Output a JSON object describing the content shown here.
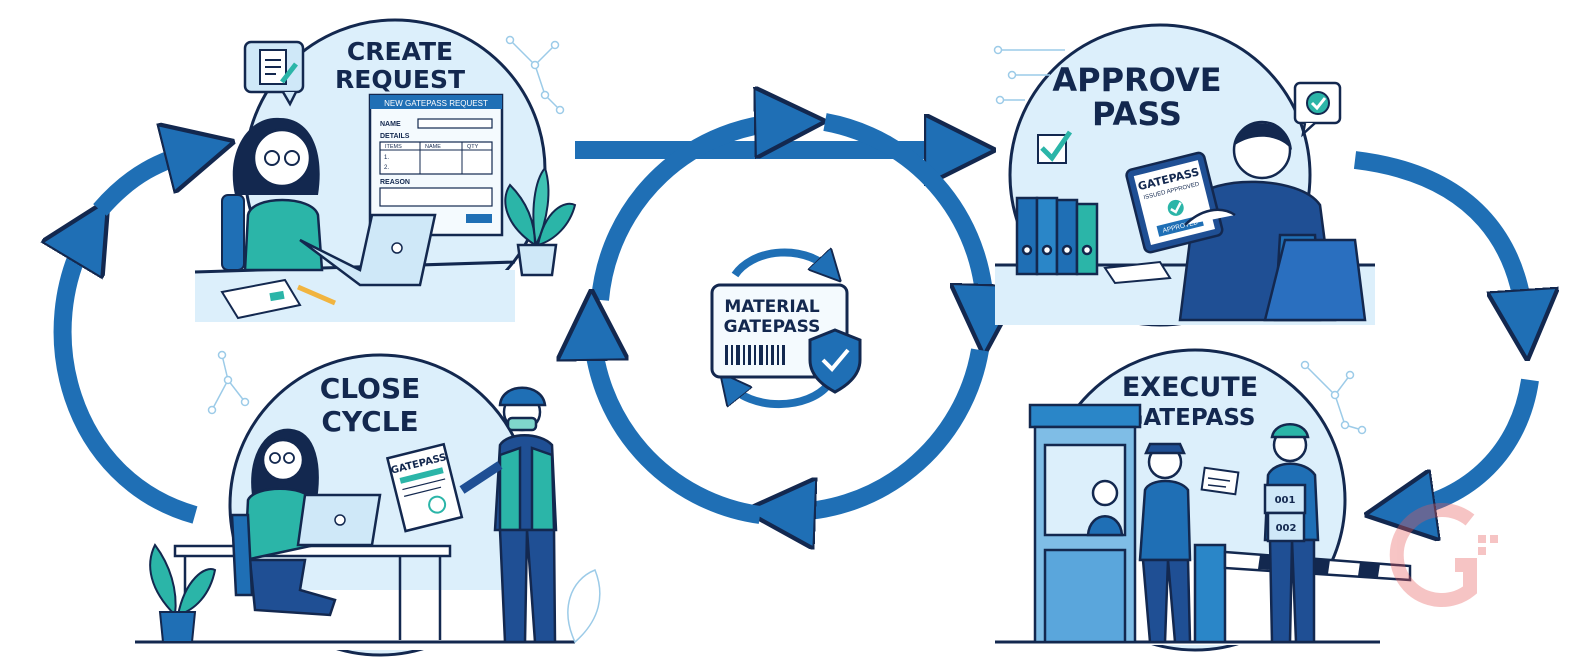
{
  "steps": {
    "create": {
      "line1": "CREATE",
      "line2": "REQUEST"
    },
    "approve": {
      "line1": "APPROVE",
      "line2": "PASS"
    },
    "execute": {
      "line1": "EXECUTE",
      "line2": "GATEPASS"
    },
    "close": {
      "line1": "CLOSE",
      "line2": "CYCLE"
    }
  },
  "form": {
    "header": "NEW GATEPASS REQUEST",
    "name_label": "NAME",
    "details_label": "DETAILS",
    "col_items": "ITEMS",
    "col_name": "NAME",
    "col_qty": "QTY",
    "row1": "1.",
    "row2": "2.",
    "reason_label": "REASON"
  },
  "center": {
    "line1": "MATERIAL",
    "line2": "GATEPASS"
  },
  "tablet": {
    "title": "GATEPASS",
    "sub": "ISSUED APPROVED",
    "stamp": "APPROVED"
  },
  "boxes": {
    "box1": "001",
    "box2": "002"
  },
  "close_doc": {
    "title": "GATEPASS"
  },
  "colors": {
    "arrow": "#1f6fb5",
    "outline": "#13284f",
    "circle": "#dceffb",
    "accent": "#2bb5a8"
  }
}
